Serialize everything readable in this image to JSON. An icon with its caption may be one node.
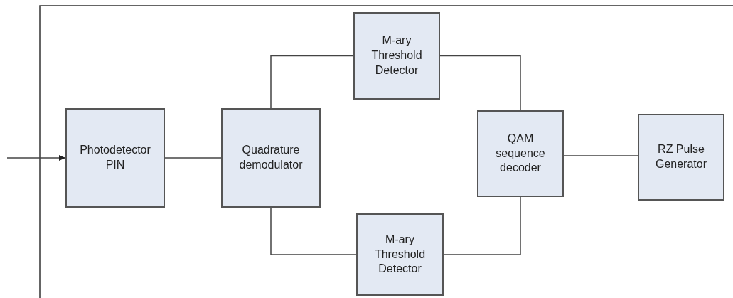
{
  "diagram": {
    "nodes": [
      {
        "text": [
          "Photodetector PIN"
        ]
      },
      {
        "text": [
          "Quadrature demodulator"
        ]
      },
      {
        "text": [
          "M-ary Threshold Detector"
        ]
      },
      {
        "text": [
          "M-ary Threshold Detector"
        ]
      },
      {
        "text": [
          "QAM sequence decoder"
        ]
      },
      {
        "text": [
          "RZ Pulse Generator"
        ]
      }
    ],
    "edges": [
      {
        "from": null,
        "to": 0,
        "arrow": "to"
      },
      {
        "from": 0,
        "to": 1,
        "arrow": "none"
      },
      {
        "from": 1,
        "to": 2,
        "arrow": "none"
      },
      {
        "from": 2,
        "to": 4,
        "arrow": "none"
      },
      {
        "from": 1,
        "to": 3,
        "arrow": "none"
      },
      {
        "from": 3,
        "to": 4,
        "arrow": "none"
      },
      {
        "from": 4,
        "to": 5,
        "arrow": "none"
      }
    ]
  }
}
